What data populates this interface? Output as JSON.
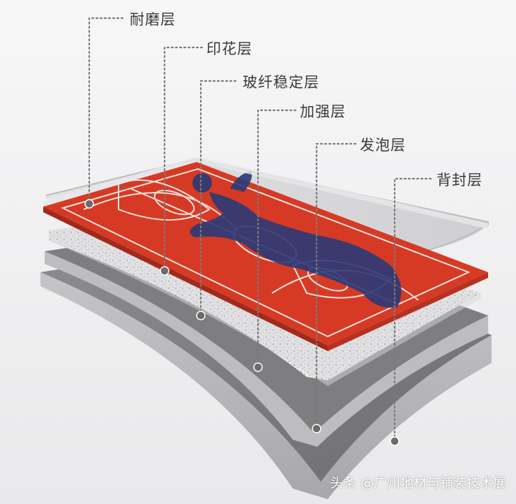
{
  "labels": {
    "wear_layer": "耐磨层",
    "print_layer": "印花层",
    "fiberglass_layer": "玻纤稳定层",
    "reinforce_layer": "加强层",
    "foam_layer": "发泡层",
    "backing_layer": "背封层"
  },
  "watermark": "头条 @广州地材与铺装技术展",
  "colors": {
    "court_red": "#d63a25",
    "court_lines": "#f3e2dc",
    "player_silhouette": "#2b3a78",
    "leader_line": "#7a7a7a",
    "marker_dot": "#6b6b6b"
  }
}
